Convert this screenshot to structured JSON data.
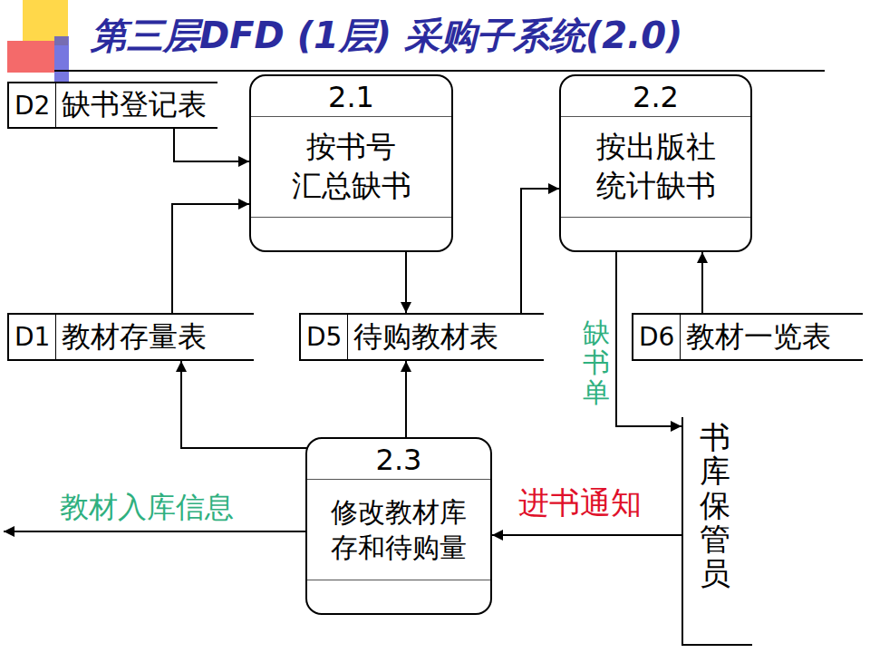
{
  "diagram": {
    "title": "第三层DFD (1层)   采购子系统(2.0)",
    "nodes": [
      {
        "text": [
          "D2",
          "缺书登记表"
        ]
      },
      {
        "text": [
          "2.1",
          "按书号 汇总缺书"
        ]
      },
      {
        "text": [
          "2.2",
          "按出版社 统计缺书"
        ]
      },
      {
        "text": [
          "D1",
          "教材存量表"
        ]
      },
      {
        "text": [
          "D5",
          "待购教材表"
        ]
      },
      {
        "text": [
          "D6",
          "教材一览表"
        ]
      },
      {
        "text": [
          "2.3",
          "修改教材库 存和待购量"
        ]
      },
      {
        "text": [
          "书库保管员"
        ]
      }
    ],
    "edges": [
      {
        "from": 0,
        "to": 1,
        "arrow": "to"
      },
      {
        "from": 3,
        "to": 1,
        "arrow": "to"
      },
      {
        "from": 1,
        "to": 4,
        "arrow": "to"
      },
      {
        "from": 4,
        "to": 2,
        "arrow": "to"
      },
      {
        "from": 5,
        "to": 2,
        "arrow": "to"
      },
      {
        "from": 2,
        "to": 7,
        "label": "缺书单",
        "arrow": "to"
      },
      {
        "from": 7,
        "to": 6,
        "label": "进书通知",
        "arrow": "to"
      },
      {
        "from": 6,
        "to": 3,
        "arrow": "to"
      },
      {
        "from": 6,
        "to": 4,
        "arrow": "to"
      }
    ],
    "labels": [
      "教材入库信息"
    ]
  }
}
